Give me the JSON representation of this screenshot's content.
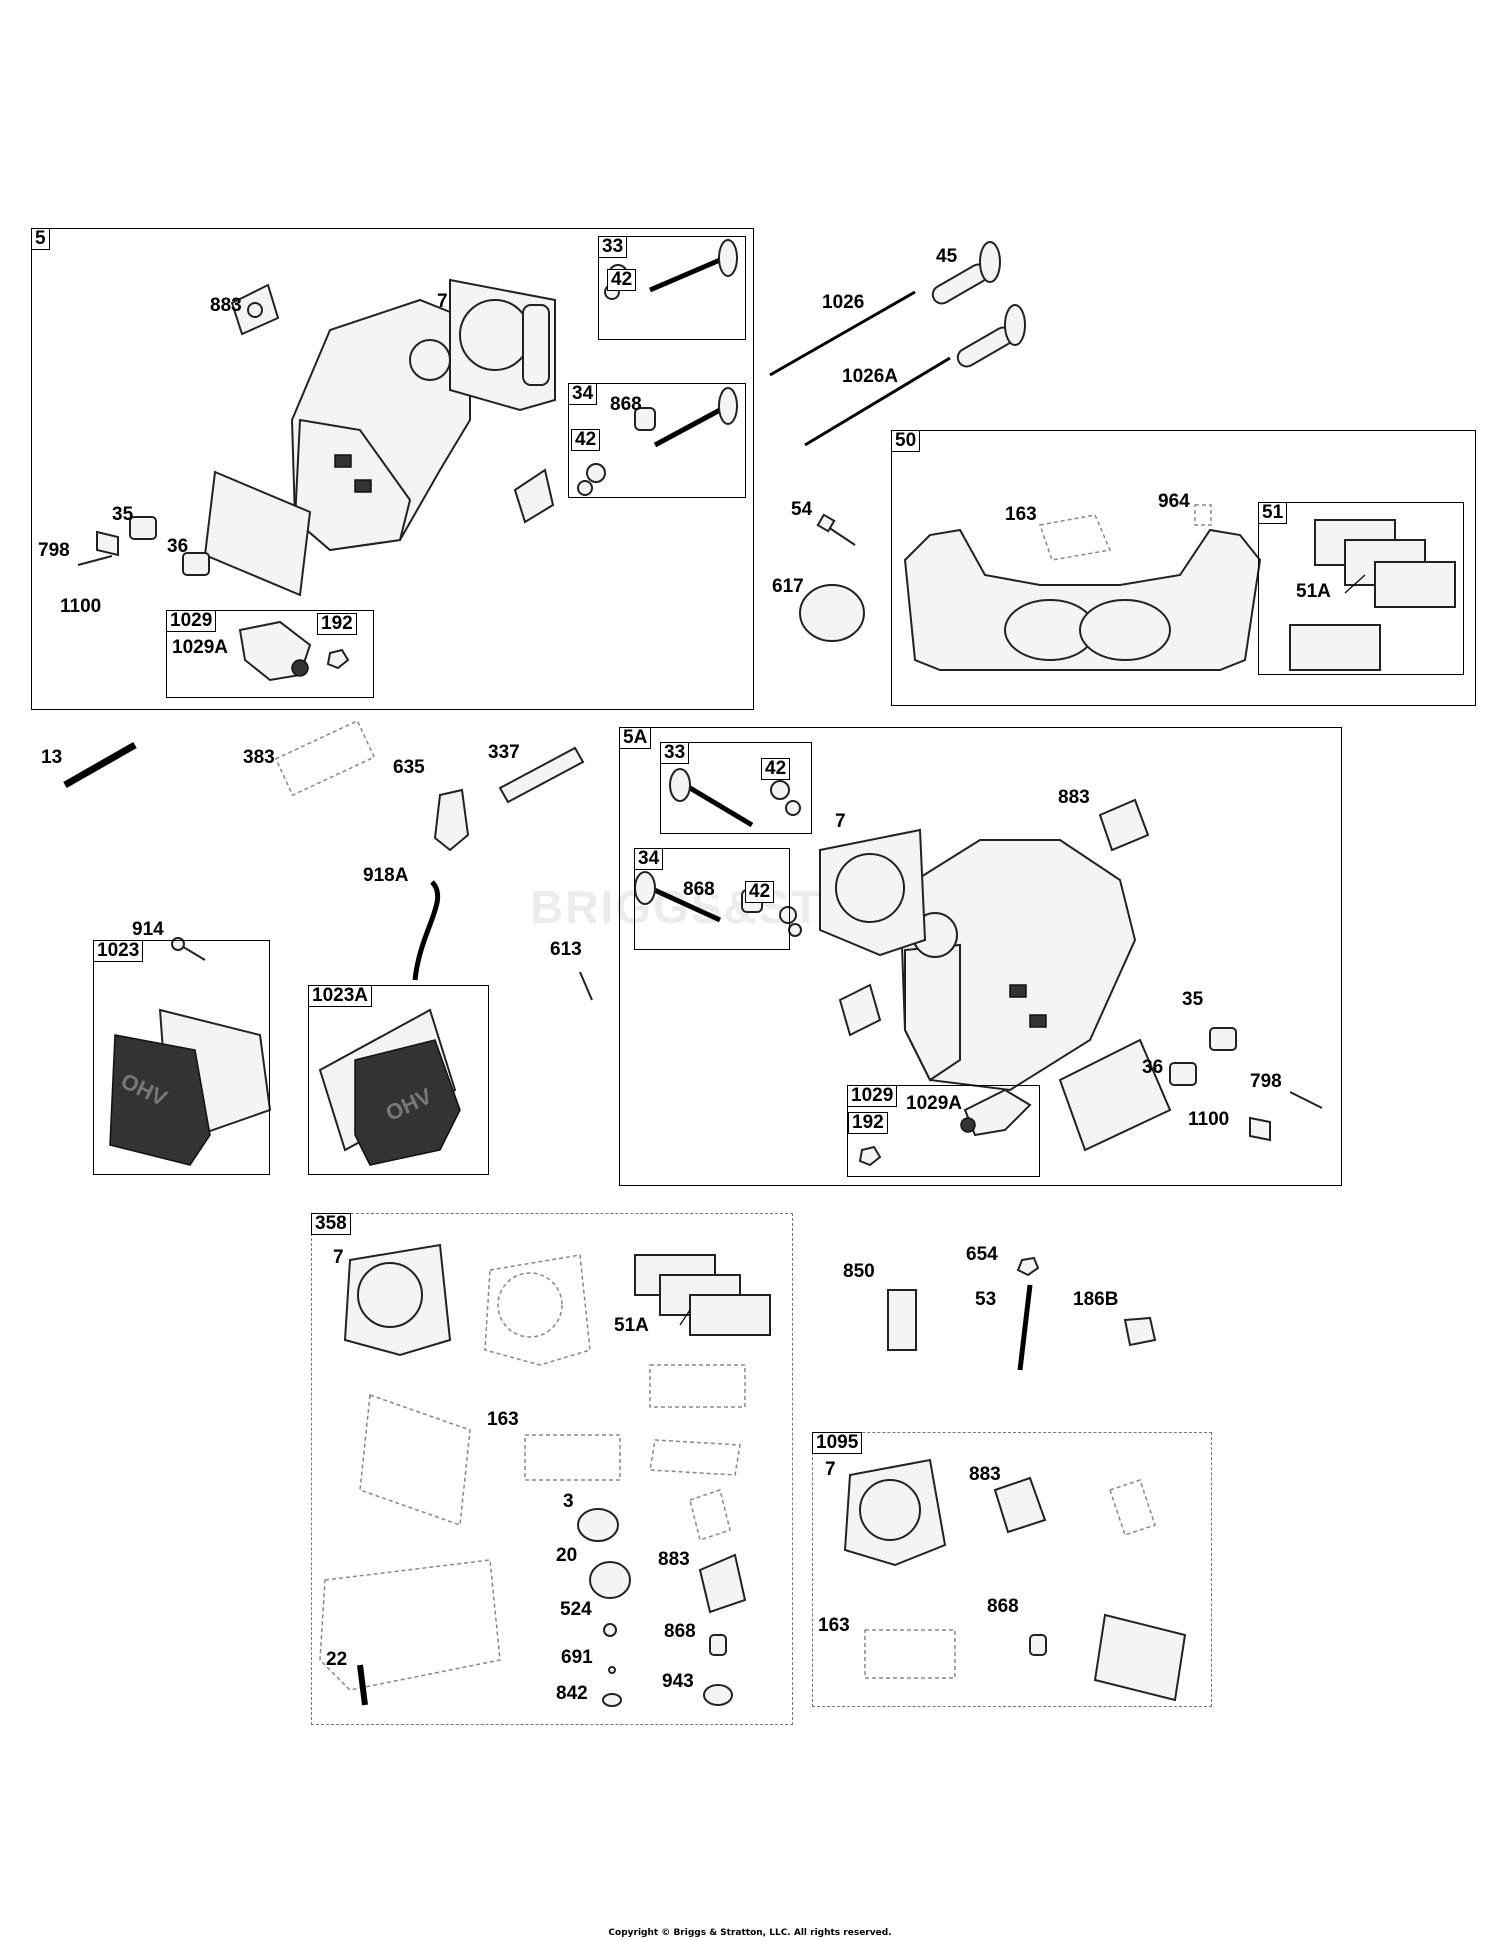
{
  "boxes": {
    "b5": "5",
    "b33a": "33",
    "b42a": "42",
    "b34a": "34",
    "b42b": "42",
    "b1029a": "1029",
    "b192a": "192",
    "b50": "50",
    "b51": "51",
    "b5a": "5A",
    "b33b": "33",
    "b42c": "42",
    "b34b": "34",
    "b42d": "42",
    "b1029b": "1029",
    "b192b": "192",
    "b1023": "1023",
    "b1023a": "1023A",
    "b358": "358",
    "b1095": "1095"
  },
  "labels": {
    "l883a": "883",
    "l7a": "7",
    "l868a": "868",
    "l35a": "35",
    "l798a": "798",
    "l36a": "36",
    "l1100a": "1100",
    "l1029Aa": "1029A",
    "l45": "45",
    "l1026": "1026",
    "l1026A": "1026A",
    "l54": "54",
    "l617": "617",
    "l163a": "163",
    "l964": "964",
    "l51Aa": "51A",
    "l13": "13",
    "l383": "383",
    "l635": "635",
    "l337": "337",
    "l918A": "918A",
    "l914": "914",
    "l613": "613",
    "l883b": "883",
    "l7b": "7",
    "l868b": "868",
    "l35b": "35",
    "l36b": "36",
    "l798b": "798",
    "l1100b": "1100",
    "l1029Ab": "1029A",
    "l7c": "7",
    "l51Ab": "51A",
    "l163b": "163",
    "l3": "3",
    "l20": "20",
    "l883c": "883",
    "l524": "524",
    "l868c": "868",
    "l691": "691",
    "l943": "943",
    "l842": "842",
    "l22": "22",
    "l850": "850",
    "l654": "654",
    "l53": "53",
    "l186B": "186B",
    "l7d": "7",
    "l883d": "883",
    "l163c": "163",
    "l868d": "868"
  },
  "valve_cover_text": "OHV",
  "watermark": "BRIGGS&STRATTON",
  "copyright": "Copyright © Briggs & Stratton, LLC. All rights reserved."
}
